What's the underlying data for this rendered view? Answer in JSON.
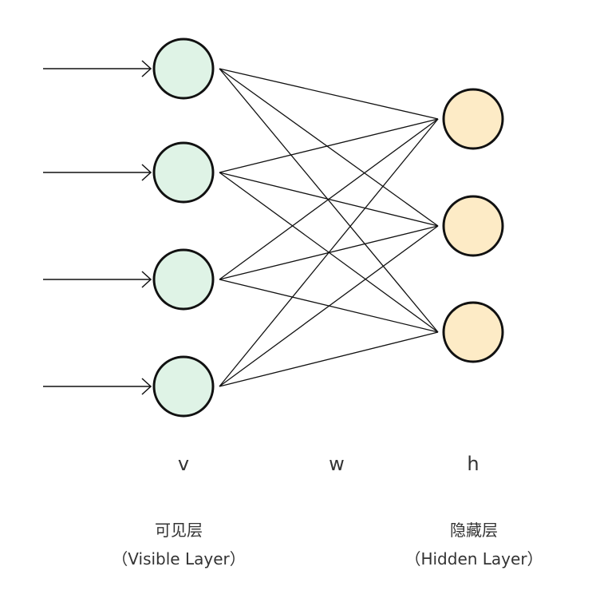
{
  "colors": {
    "visible_node_fill": "#dff3e6",
    "hidden_node_fill": "#fdebc6",
    "stroke": "#111111",
    "text": "#333333"
  },
  "network": {
    "visible_node_count": 4,
    "hidden_node_count": 3,
    "connectivity": "fully-connected",
    "inputs": "arrow into each visible node"
  },
  "symbols": {
    "visible": "v",
    "weights": "w",
    "hidden": "h"
  },
  "visible_layer": {
    "name_zh": "可见层",
    "name_en": "（Visible Layer）"
  },
  "hidden_layer": {
    "name_zh": "隐藏层",
    "name_en": "（Hidden Layer）"
  }
}
